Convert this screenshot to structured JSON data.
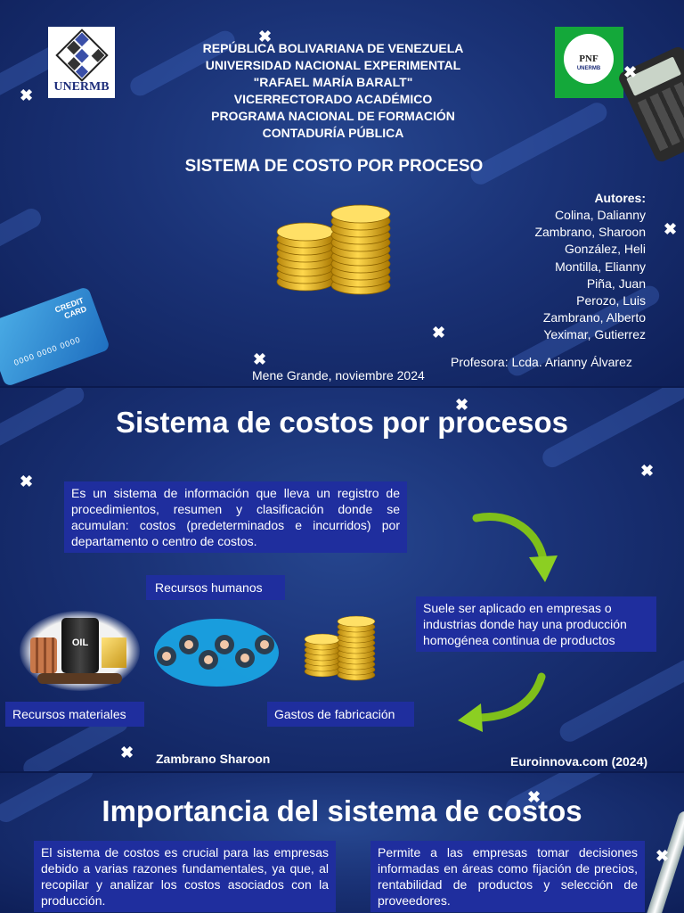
{
  "slide1": {
    "logos": {
      "left_text": "UNERMB",
      "right_text": "PNF",
      "right_subtext": "UNERMB"
    },
    "header_lines": [
      "REPÚBLICA BOLIVARIANA DE VENEZUELA",
      "UNIVERSIDAD NACIONAL EXPERIMENTAL",
      "\"RAFAEL MARÍA BARALT\"",
      "VICERRECTORADO ACADÉMICO",
      "PROGRAMA NACIONAL DE FORMACIÓN",
      "CONTADURÍA PÚBLICA"
    ],
    "title": "SISTEMA DE COSTO POR PROCESO",
    "authors_heading": "Autores:",
    "authors": [
      "Colina, Dalianny",
      "Zambrano, Sharoon",
      "González, Heli",
      "Montilla, Elianny",
      "Piña, Juan",
      "Perozo, Luis",
      "Zambrano, Alberto",
      "Yeximar, Gutierrez"
    ],
    "profesora": "Profesora: Lcda. Arianny Álvarez",
    "place_date": "Mene Grande, noviembre 2024",
    "card_text": "CREDIT CARD",
    "card_number": "0000 0000 0000"
  },
  "slide2": {
    "title": "Sistema de costos por procesos",
    "definition": "Es un sistema de información que lleva un registro de procedimientos, resumen y clasificación donde se acumulan: costos (predeterminados e incurridos) por departamento o centro de costos.",
    "application": "Suele ser aplicado en empresas o industrias donde hay una producción homogénea continua de productos",
    "labels": {
      "humanos": "Recursos humanos",
      "materiales": "Recursos materiales",
      "gastos": "Gastos de fabricación"
    },
    "oil_text": "OIL",
    "author_credit": "Zambrano Sharoon",
    "source": "Euroinnova.com (2024)"
  },
  "slide3": {
    "title": "Importancia del sistema de costos",
    "left_text": "El sistema de costos es crucial para las empresas debido a varias razones fundamentales, ya que, al recopilar y analizar los costos asociados con la producción.",
    "right_text": "Permite a las empresas tomar decisiones informadas en áreas como fijación de precios, rentabilidad de productos y selección de proveedores."
  }
}
